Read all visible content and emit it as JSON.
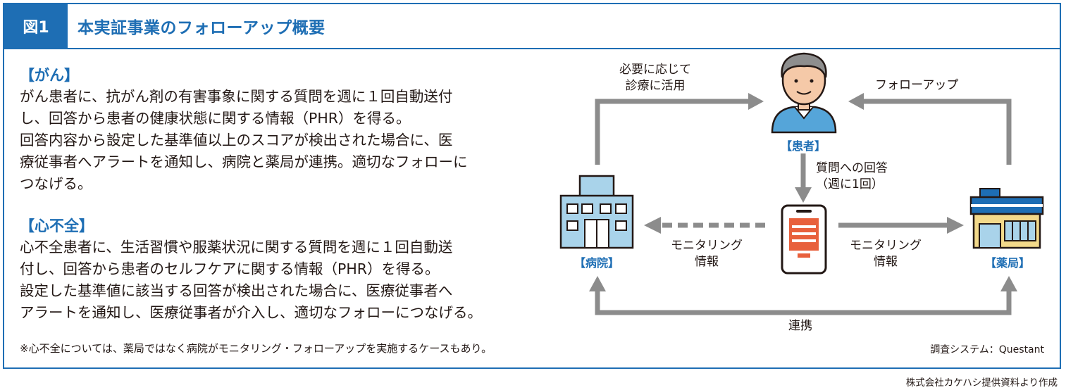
{
  "figure": {
    "number": "図1",
    "title": "本実証事業のフォローアップ概要"
  },
  "sections": {
    "cancer": {
      "heading": "【がん】",
      "lines": [
        "がん患者に、抗がん剤の有害事象に関する質問を週に１回自動送付",
        "し、回答から患者の健康状態に関する情報（PHR）を得る。",
        "回答内容から設定した基準値以上のスコアが検出された場合に、医",
        "療従事者へアラートを通知し、病院と薬局が連携。適切なフォローに",
        "つなげる。"
      ]
    },
    "heart": {
      "heading": "【心不全】",
      "lines": [
        "心不全患者に、生活習慣や服薬状況に関する質問を週に１回自動送",
        "付し、回答から患者のセルフケアに関する情報（PHR）を得る。",
        "設定した基準値に該当する回答が検出された場合に、医療従事者へ",
        "アラートを通知し、医療従事者が介入し、適切なフォローにつなげる。"
      ]
    }
  },
  "note": "※心不全については、薬局ではなく病院がモニタリング・フォローアップを実施するケースもあり。",
  "survey_system": "調査システム：Questant",
  "credit": "株式会社カケハシ提供資料より作成",
  "diagram": {
    "nodes": {
      "patient": "【患者】",
      "hospital": "【病院】",
      "pharmacy": "【薬局】"
    },
    "labels": {
      "hospital_to_patient_1": "必要に応じて",
      "hospital_to_patient_2": "診療に活用",
      "pharmacy_to_patient": "フォローアップ",
      "patient_to_phone_1": "質問への回答",
      "patient_to_phone_2": "（週に1回）",
      "phone_to_hospital_1": "モニタリング",
      "phone_to_hospital_2": "情報",
      "phone_to_pharmacy_1": "モニタリング",
      "phone_to_pharmacy_2": "情報",
      "hospital_pharmacy": "連携"
    },
    "colors": {
      "accent": "#1e6eb4",
      "arrow": "#8c8c8c",
      "building_fill": "#a9d3ea",
      "phone_screen": "#e8603c",
      "patient_shirt": "#55a5d9"
    }
  }
}
